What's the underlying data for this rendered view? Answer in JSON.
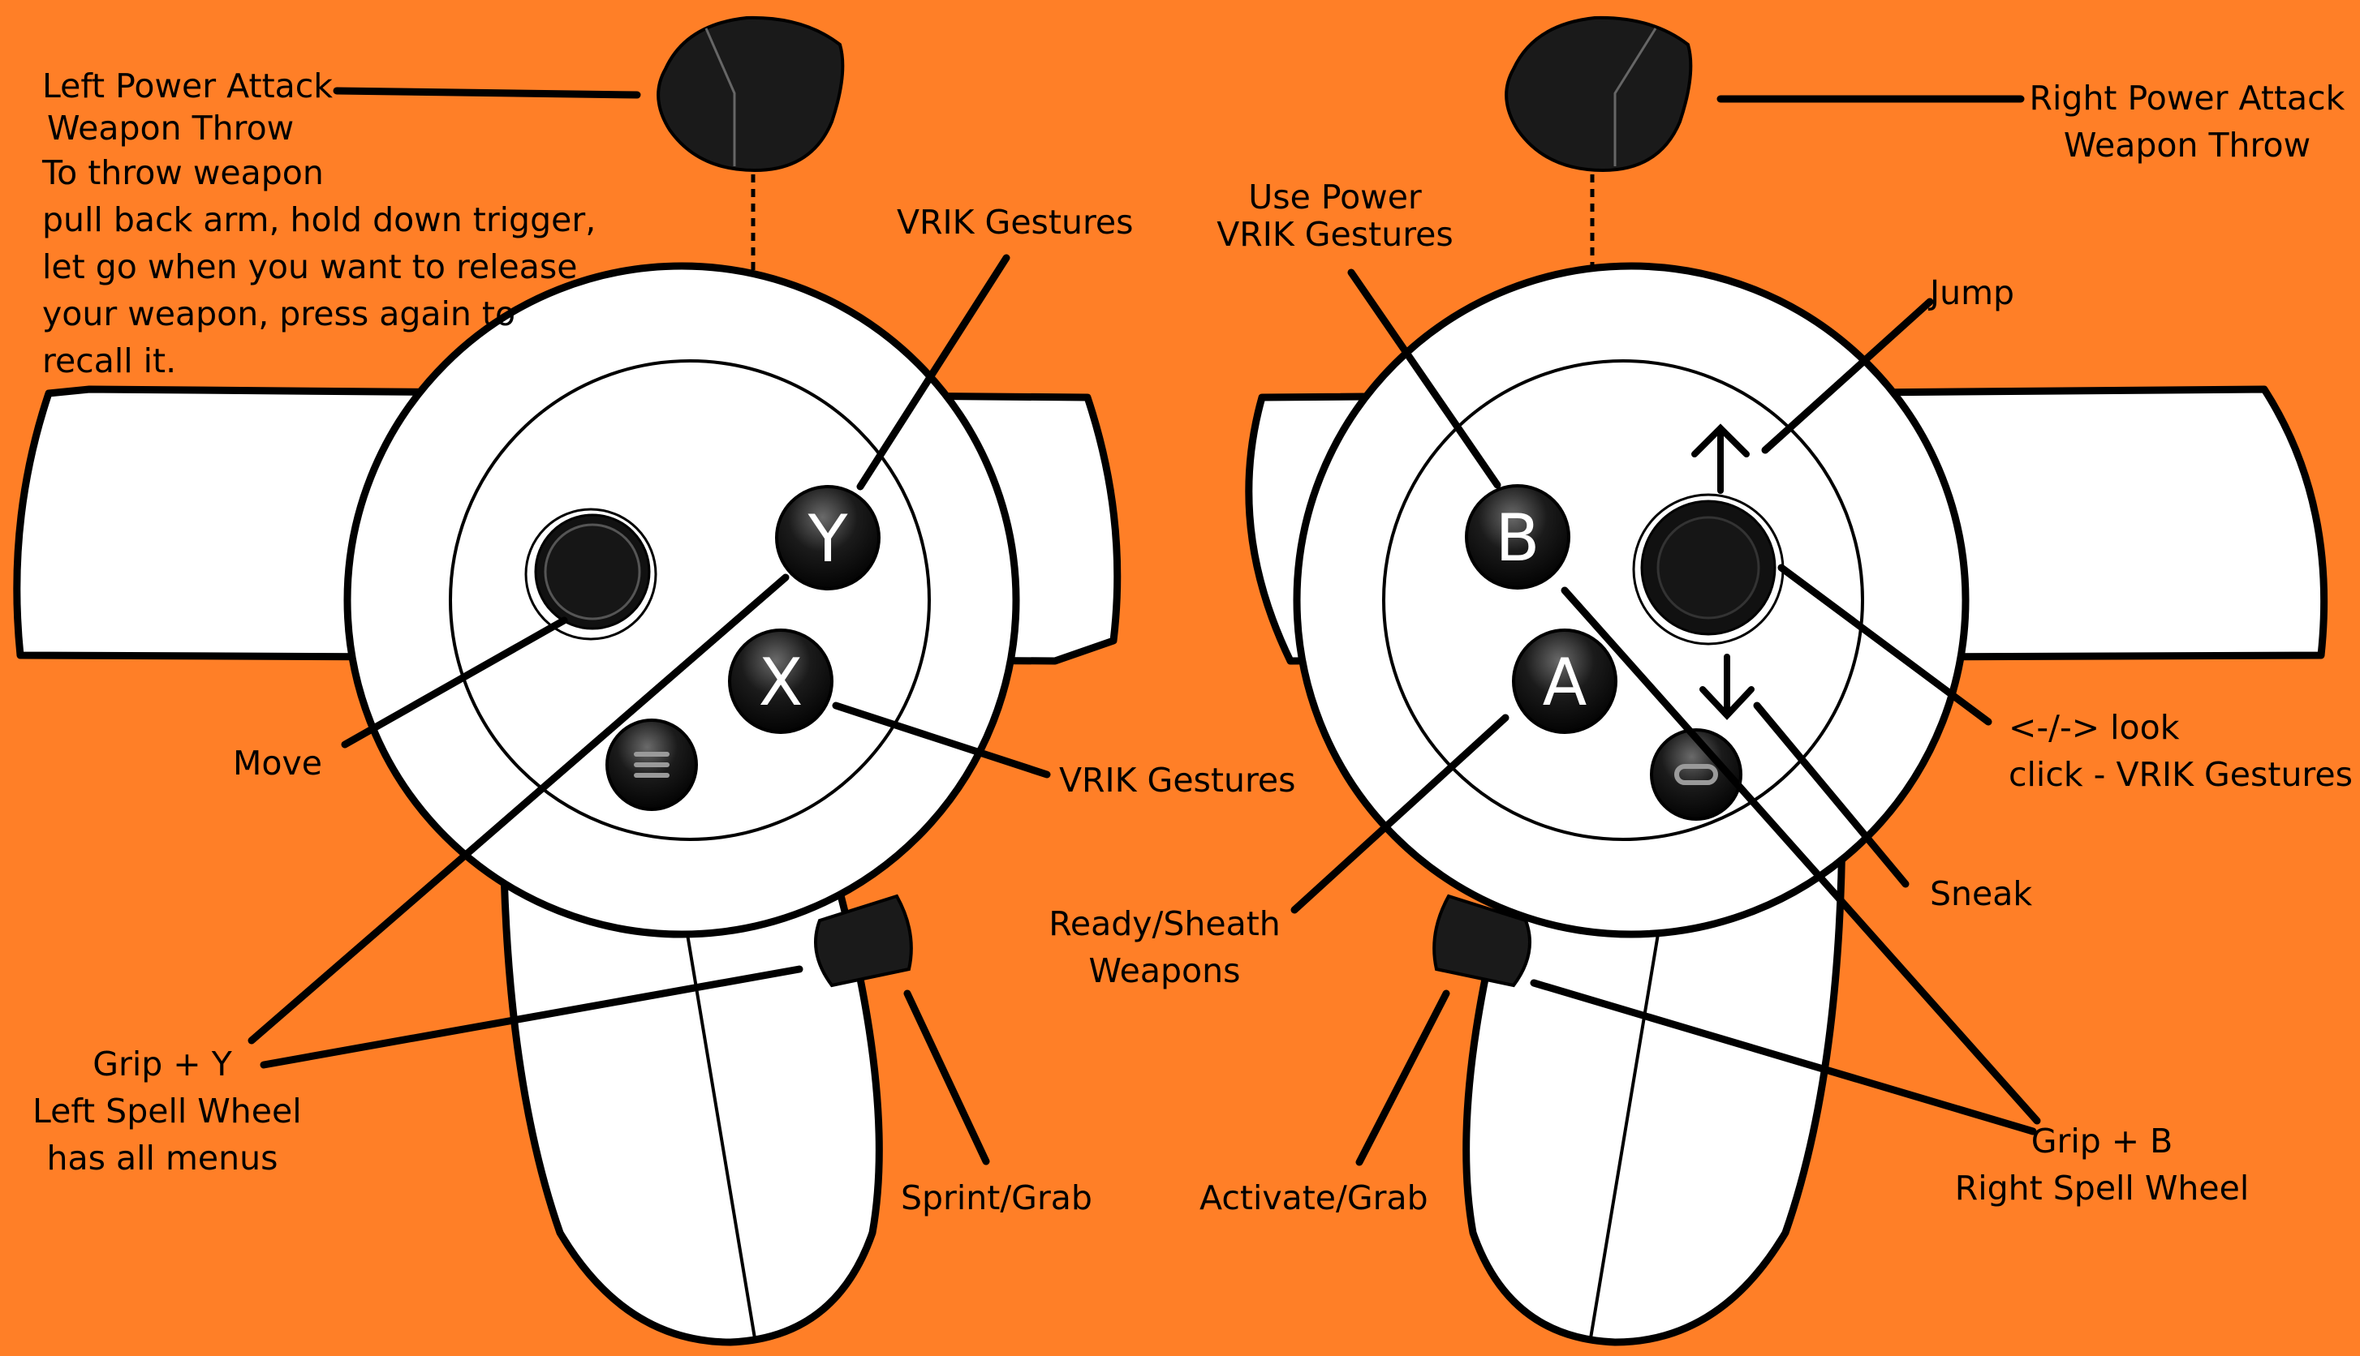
{
  "colors": {
    "background": "#ff7f27",
    "controller_body": "#ffffff",
    "outline": "#000000",
    "button_fill": "#111111",
    "button_letter": "#ffffff"
  },
  "controllers": {
    "left": {
      "face_buttons": [
        "Y",
        "X"
      ],
      "menu_button_icon": "hamburger-menu-icon",
      "thumbstick": "left-thumbstick"
    },
    "right": {
      "face_buttons": [
        "B",
        "A"
      ],
      "menu_button_icon": "oculus-home-icon",
      "thumbstick": "right-thumbstick",
      "arrows": [
        "arrow-up-icon",
        "arrow-down-icon"
      ]
    }
  },
  "labels": {
    "left_power_attack": [
      "Left Power Attack",
      "Weapon Throw",
      "To throw weapon",
      "pull back arm, hold down trigger,",
      "let go when you want to release",
      "your weapon, press again to",
      "recall it."
    ],
    "left_vrik_y": [
      "VRIK Gestures"
    ],
    "left_vrik_x": [
      "VRIK Gestures"
    ],
    "move": [
      "Move"
    ],
    "grip_y": [
      "Grip + Y",
      "Left Spell Wheel",
      "has all menus"
    ],
    "sprint_grab": [
      "Sprint/Grab"
    ],
    "right_power_attack": [
      "Right Power Attack",
      "Weapon Throw"
    ],
    "use_power": [
      "Use Power",
      "VRIK Gestures"
    ],
    "jump": [
      "Jump"
    ],
    "look": [
      "<-/-> look",
      "click - VRIK Gestures"
    ],
    "sneak": [
      "Sneak"
    ],
    "ready_sheath": [
      "Ready/Sheath",
      "Weapons"
    ],
    "activate_grab": [
      "Activate/Grab"
    ],
    "grip_b": [
      "Grip + B",
      "Right Spell Wheel"
    ]
  }
}
